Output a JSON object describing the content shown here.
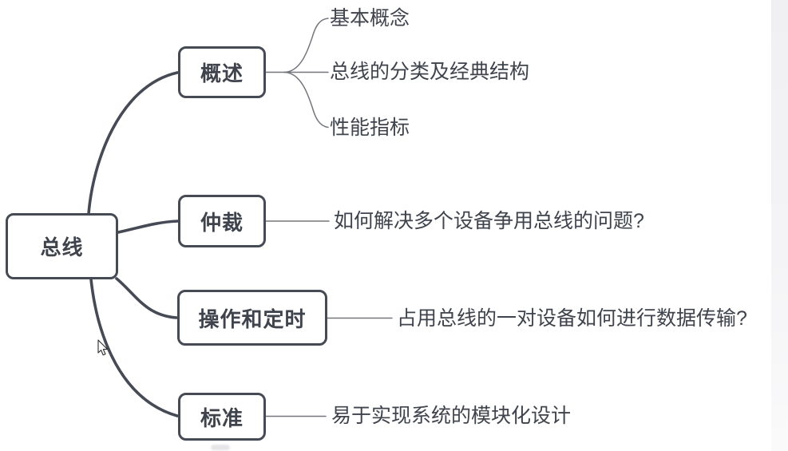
{
  "diagram": {
    "type": "mindmap",
    "topic": "computer bus (总线) mind map"
  },
  "root": {
    "label": "总线"
  },
  "branches": [
    {
      "label": "概述",
      "children": [
        "基本概念",
        "总线的分类及经典结构",
        "性能指标"
      ]
    },
    {
      "label": "仲裁",
      "children": [
        "如何解决多个设备争用总线的问题?"
      ]
    },
    {
      "label": "操作和定时",
      "children": [
        "占用总线的一对设备如何进行数据传输?"
      ]
    },
    {
      "label": "标准",
      "children": [
        "易于实现系统的模块化设计"
      ]
    }
  ],
  "colors": {
    "background": "#ffffff",
    "node_border": "#454a54",
    "node_fill": "#ffffff",
    "text": "#3e434c",
    "thick_link": "#454a54",
    "thin_link": "#73767c",
    "right_edge_strip": "#f2f2f4"
  },
  "icons": {
    "cursor": "mouse-arrow-pointer"
  }
}
